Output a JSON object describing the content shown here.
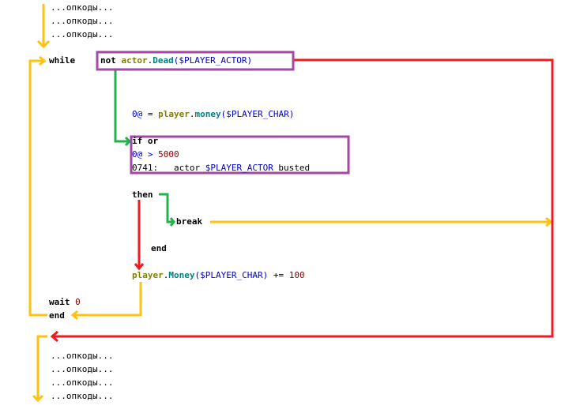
{
  "colors": {
    "loop_arrow": "#ffc20e",
    "exit_arrow": "#ed1c24",
    "true_arrow": "#22b14c",
    "condition_box": "#a349a4"
  },
  "top_opcodes": [
    "...опкоды...",
    "...опкоды...",
    "...опкоды..."
  ],
  "bottom_opcodes": [
    "...опкоды...",
    "...опкоды...",
    "...опкоды...",
    "...опкоды..."
  ],
  "while_line": {
    "keyword": "while",
    "not": "not",
    "object": "actor",
    "dot": ".",
    "method": "Dead",
    "arg_open": "(",
    "arg": "$PLAYER_ACTOR",
    "arg_close": ")"
  },
  "assign_line": {
    "var": "0@",
    "op": " = ",
    "object": "player",
    "dot": ".",
    "method": "money",
    "arg": "($PLAYER_CHAR)"
  },
  "if_block": {
    "keyword": "if or",
    "cond1_var": "0@",
    "cond1_op": " > ",
    "cond1_val": "5000",
    "cond2_prefix": "0741:   actor ",
    "cond2_var": "$PLAYER_ACTOR",
    "cond2_suffix": " busted"
  },
  "then_keyword": "then",
  "break_keyword": "break",
  "inner_end_keyword": "end",
  "money_line": {
    "object": "player",
    "dot": ".",
    "method": "Money",
    "arg": "($PLAYER_CHAR)",
    "op": " += ",
    "val": "100"
  },
  "wait_line": {
    "keyword": "wait",
    "val": "0"
  },
  "outer_end_keyword": "end"
}
